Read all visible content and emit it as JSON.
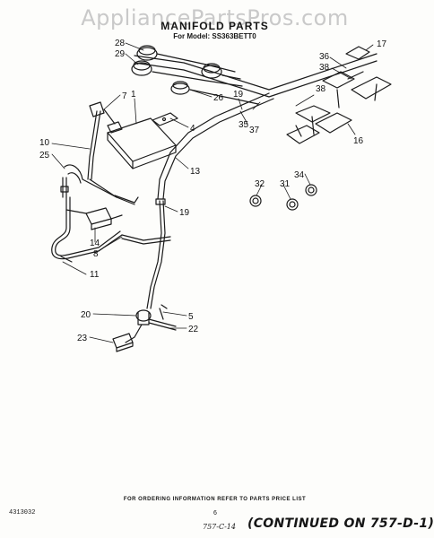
{
  "watermark": "AppliancePartsPros.com",
  "title": "MANIFOLD PARTS",
  "model": "For Model: SS363BETT0",
  "callouts": {
    "c28": "28",
    "c29": "29",
    "c17": "17",
    "c36": "36",
    "c38a": "38",
    "c7": "7",
    "c1": "1",
    "c26": "26",
    "c19a": "19",
    "c38b": "38",
    "c4": "4",
    "c35": "35",
    "c37": "37",
    "c10": "10",
    "c25": "25",
    "c13": "13",
    "c16": "16",
    "c34": "34",
    "c32": "32",
    "c31": "31",
    "c19b": "19",
    "c14": "14",
    "c8": "8",
    "c11": "11",
    "c20": "20",
    "c5": "5",
    "c22": "22",
    "c23": "23"
  },
  "footer": {
    "ordering_note": "FOR ORDERING INFORMATION REFER TO PARTS PRICE LIST",
    "doc_number": "4313032",
    "page_number": "6",
    "handwritten": "757-C-14",
    "continued": "(CONTINUED ON 757-D-1)"
  }
}
